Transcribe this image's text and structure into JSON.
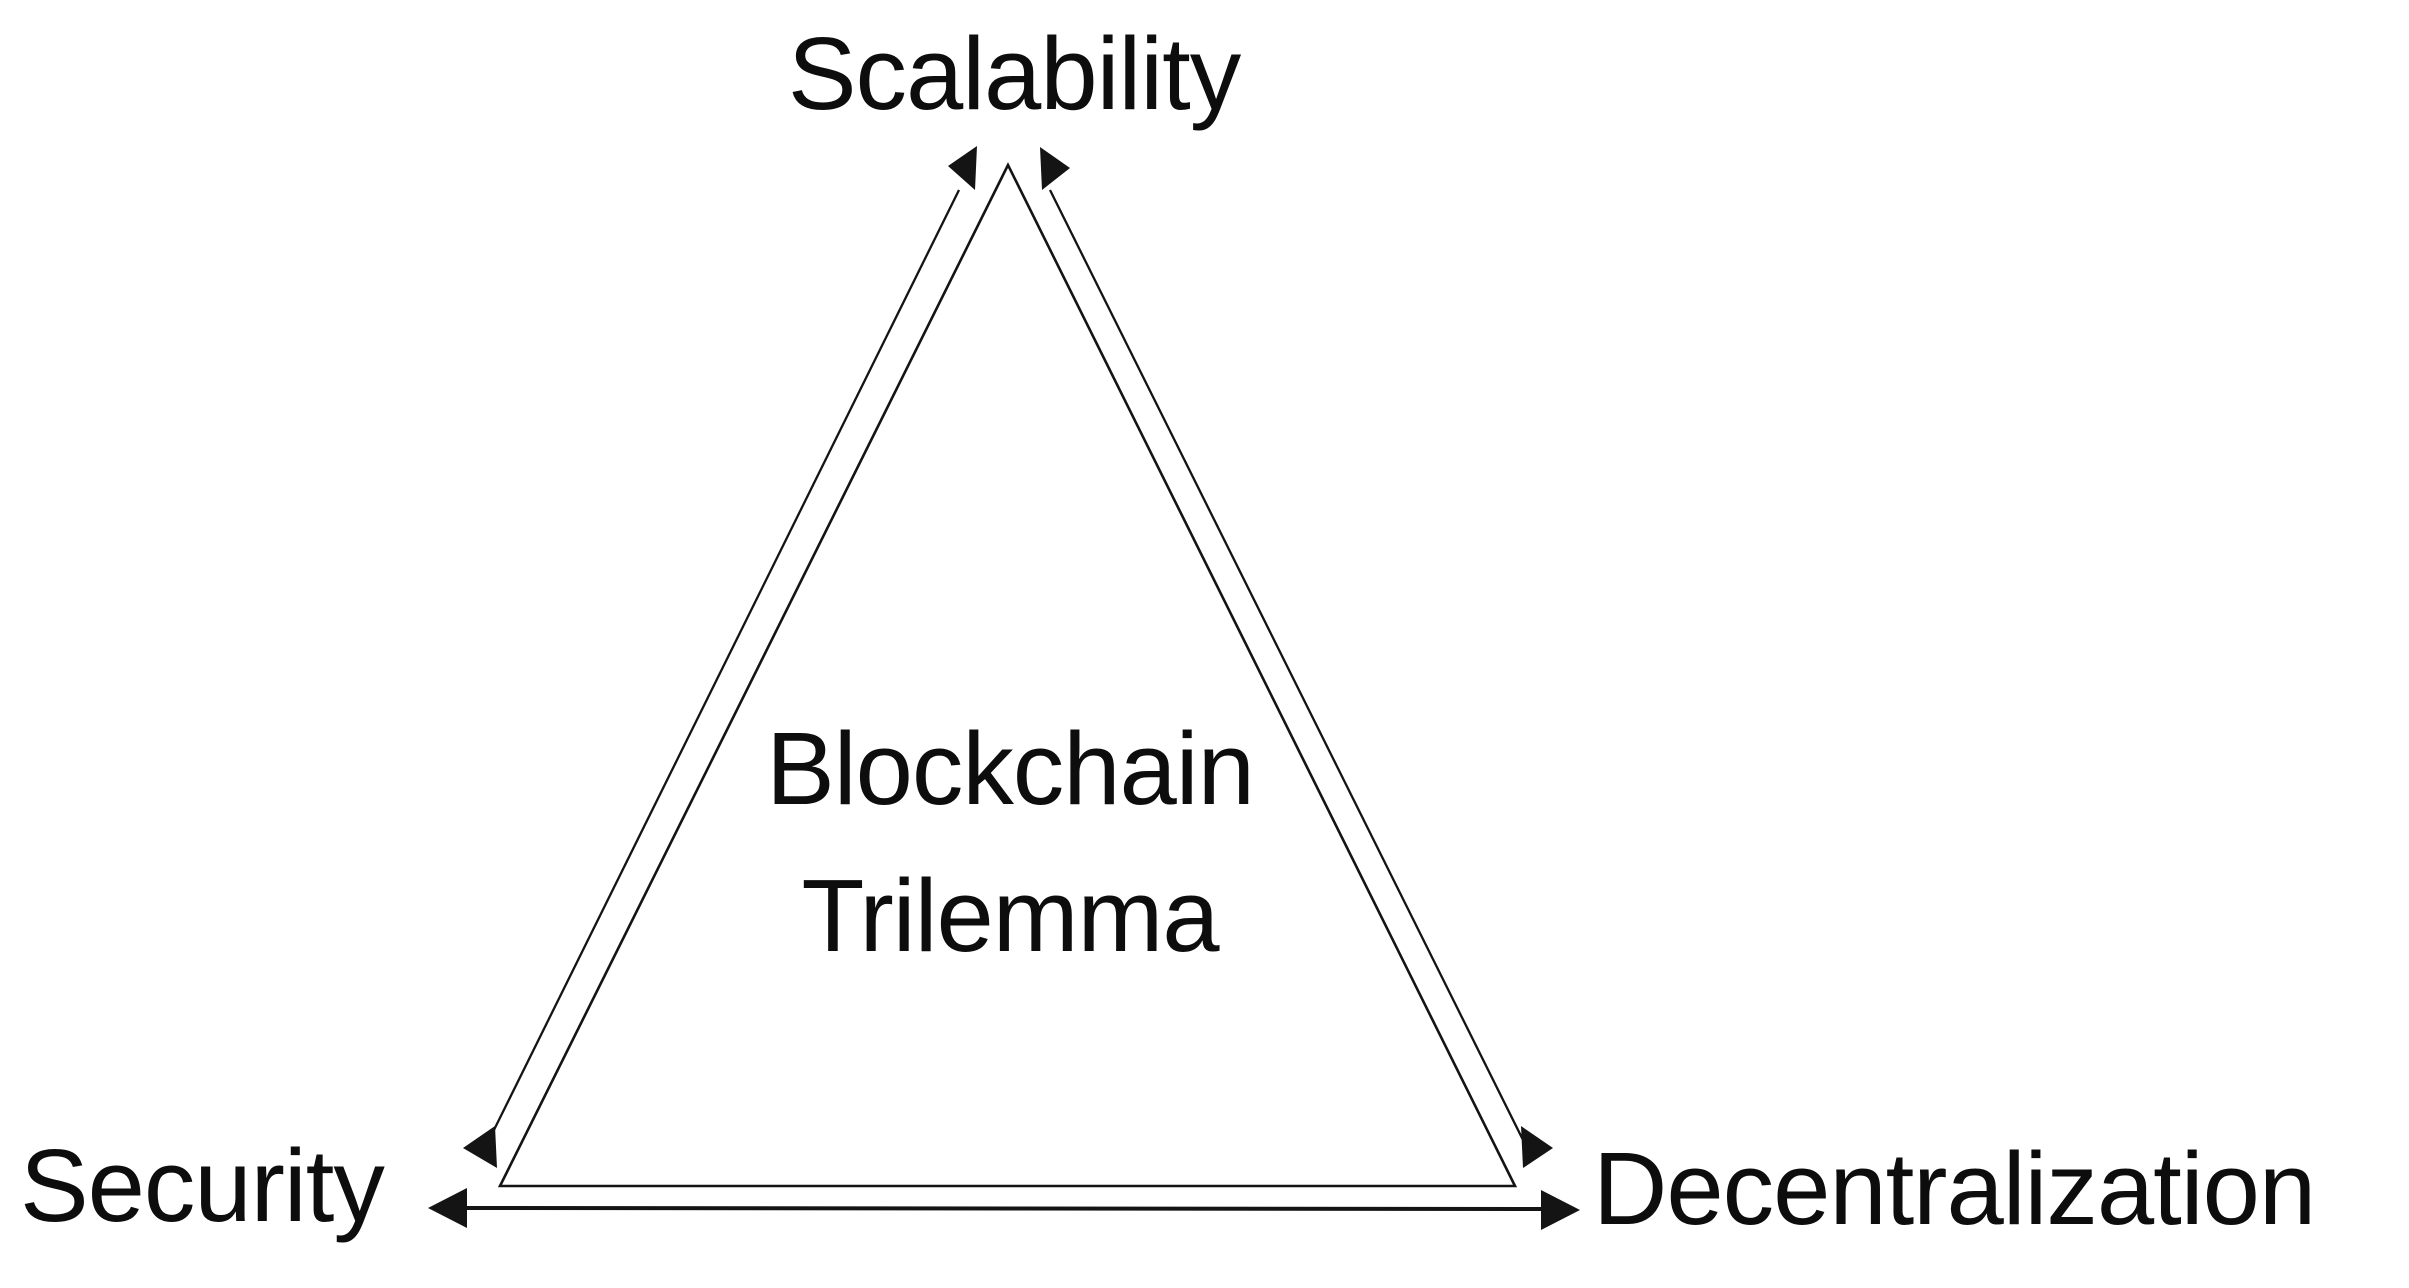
{
  "diagram": {
    "type": "triangle-trilemma",
    "center": {
      "line1": "Blockchain",
      "line2": "Trilemma"
    },
    "vertices": {
      "top": {
        "label": "Scalability"
      },
      "bottom_left": {
        "label": "Security"
      },
      "bottom_right": {
        "label": "Decentralization"
      }
    },
    "edges": [
      {
        "from": "Security",
        "to": "Scalability",
        "style": "double-headed-arrow"
      },
      {
        "from": "Scalability",
        "to": "Decentralization",
        "style": "double-headed-arrow"
      },
      {
        "from": "Security",
        "to": "Decentralization",
        "style": "double-headed-arrow"
      }
    ],
    "colors": {
      "foreground": "#141414",
      "background": "#ffffff"
    }
  }
}
